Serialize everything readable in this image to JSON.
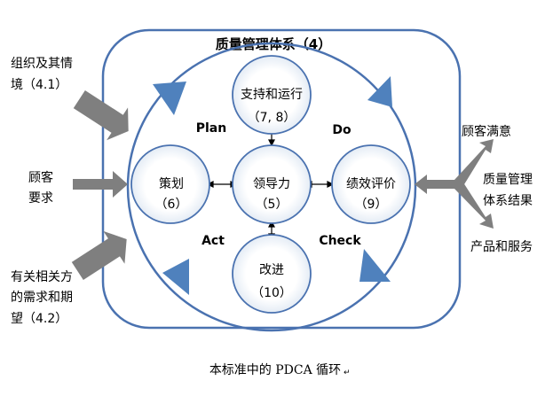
{
  "title": "质量管理体系（4）",
  "nodes": {
    "support": {
      "line1": "支持和运行",
      "line2": "（7, 8）"
    },
    "planning": {
      "line1": "策划",
      "line2": "（6）"
    },
    "leadership": {
      "line1": "领导力",
      "line2": "（5）"
    },
    "evaluation": {
      "line1": "绩效评价",
      "line2": "（9）"
    },
    "improvement": {
      "line1": "改进",
      "line2": "（10）"
    }
  },
  "pdca": {
    "plan": "Plan",
    "do": "Do",
    "check": "Check",
    "act": "Act"
  },
  "inputs": {
    "org_context": {
      "line1": "组织及其情",
      "line2": "境（4.1）"
    },
    "customer_req": {
      "line1": "顾客",
      "line2": "要求"
    },
    "interested": {
      "line1": "有关相关方",
      "line2": "的需求和期",
      "line3": "望（4.2）"
    }
  },
  "outputs": {
    "satisfaction": "顾客满意",
    "results": {
      "line1": "质量管理",
      "line2": "体系结果"
    },
    "products": "产品和服务"
  },
  "caption": "本标准中的 PDCA 循环",
  "colors": {
    "outline": "#4a72b0",
    "triangle": "#4f81bd",
    "arrow": "#7f7f7f"
  }
}
